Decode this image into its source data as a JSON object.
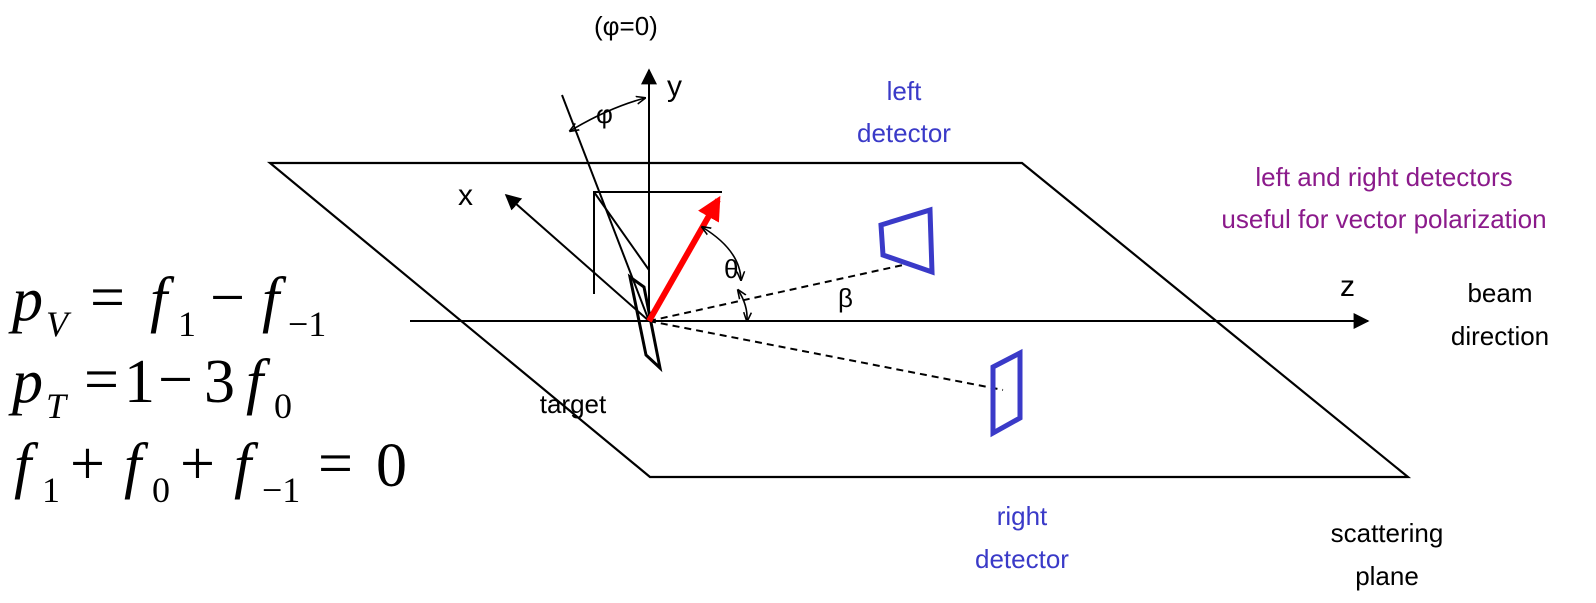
{
  "labels": {
    "phi_zero": "(φ=0)",
    "y_axis": "y",
    "x_axis": "x",
    "z_axis": "z",
    "phi": "φ",
    "theta": "θ",
    "beta": "β",
    "left_detector_1": "left",
    "left_detector_2": "detector",
    "right_detector_1": "right",
    "right_detector_2": "detector",
    "note_1": "left and right detectors",
    "note_2": "useful for vector polarization",
    "beam_1": "beam",
    "beam_2": "direction",
    "target": "target",
    "plane_1": "scattering",
    "plane_2": "plane"
  },
  "equations": {
    "eq1": {
      "lhs_var": "p",
      "lhs_sub": "V",
      "op": "=",
      "t1": "f",
      "t1_sub": "1",
      "minus": "−",
      "t2": "f",
      "t2_sub": "−1"
    },
    "eq2": {
      "lhs_var": "p",
      "lhs_sub": "T",
      "op": "=",
      "c1": "1",
      "minus": "−",
      "c2": "3",
      "t1": "f",
      "t1_sub": "0"
    },
    "eq3": {
      "t1": "f",
      "t1_sub": "1",
      "plus1": "+",
      "t2": "f",
      "t2_sub": "0",
      "plus2": "+",
      "t3": "f",
      "t3_sub": "−1",
      "op": "=",
      "rhs": "0"
    }
  },
  "colors": {
    "ink": "#000000",
    "detector": "#3a3ac8",
    "note": "#8b1a8b",
    "polarization_arrow": "#ff0000"
  }
}
